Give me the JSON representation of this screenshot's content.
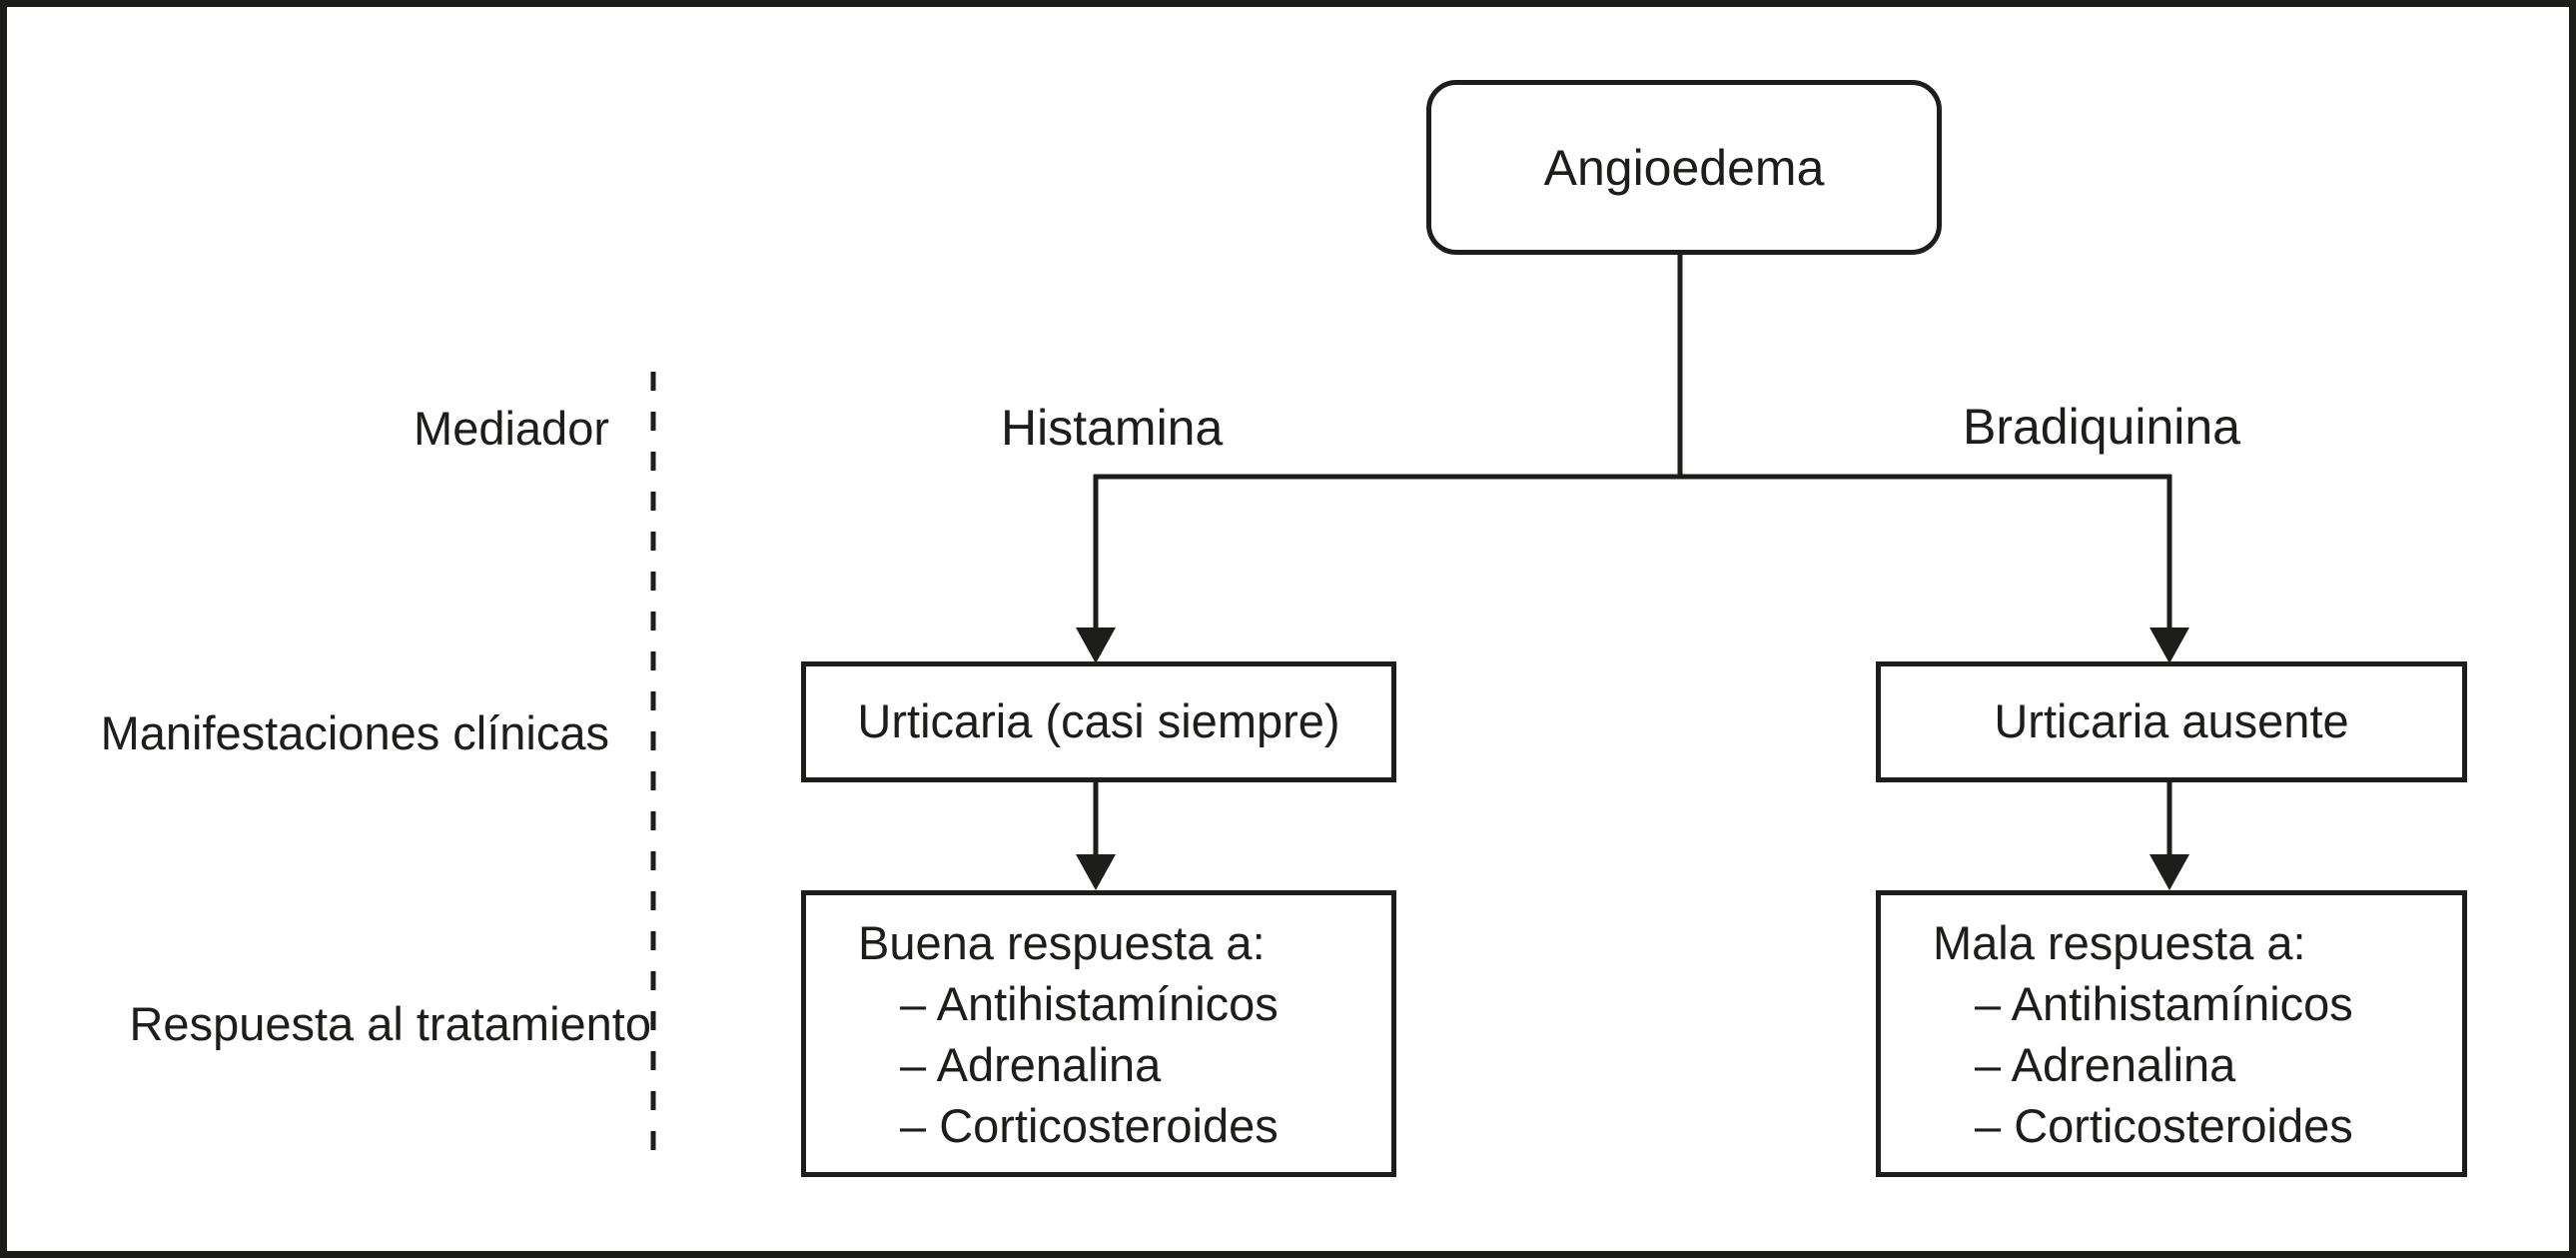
{
  "diagram": {
    "root_label": "Angioedema",
    "row_labels": {
      "mediator": "Mediador",
      "clinical": "Manifestaciones clínicas",
      "treatment": "Respuesta al tratamiento"
    },
    "branches": {
      "left": {
        "mediator": "Histamina",
        "manifestation": "Urticaria (casi siempre)",
        "response_title": "Buena respuesta a:",
        "treatments": [
          "– Antihistamínicos",
          "– Adrenalina",
          "– Corticosteroides"
        ]
      },
      "right": {
        "mediator": "Bradiquinina",
        "manifestation": "Urticaria ausente",
        "response_title": "Mala respuesta a:",
        "treatments": [
          "– Antihistamínicos",
          "– Adrenalina",
          "– Corticosteroides"
        ]
      }
    },
    "colors": {
      "ink": "#1d1d1b",
      "background": "#ffffff"
    }
  }
}
